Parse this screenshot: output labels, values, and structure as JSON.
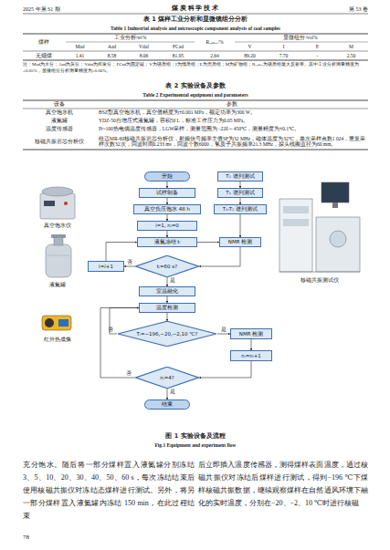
{
  "diagram": {
    "caption": "图 1 实验设备及流程",
    "nodes": [
      {
        "text": [
          "开始"
        ]
      },
      {
        "text": [
          "T₂ 谱列测试"
        ]
      },
      {
        "text": [
          "试样制备"
        ]
      },
      {
        "text": [
          "T₁ 谱列测试"
        ]
      },
      {
        "text": [
          "真空负压饱水 48 h"
        ]
      },
      {
        "text": [
          "T₁-T₂ 谱列测试"
        ]
      },
      {
        "text": [
          "i=1, nᵢ=0"
        ]
      },
      {
        "text": [
          "液氮冻结 tᵢ"
        ]
      },
      {
        "text": [
          "NMR 检测"
        ]
      },
      {
        "text": [
          "i=i+1"
        ]
      },
      {
        "text": [
          "tᵢ=60 s?"
        ]
      },
      {
        "text": [
          "室温融化"
        ]
      },
      {
        "text": [
          "温度检测"
        ]
      },
      {
        "text": [
          "Tᵢ=−196,−20,−2,10 ℃?"
        ]
      },
      {
        "text": [
          "NMR 检测"
        ]
      },
      {
        "text": [
          "nᵢ=nᵢ+1"
        ]
      },
      {
        "text": [
          "nᵢ=4?"
        ]
      },
      {
        "text": [
          "结束"
        ]
      }
    ],
    "edges": [
      {
        "from": 0,
        "to": 2,
        "arrow": "to"
      },
      {
        "from": 2,
        "to": 4,
        "arrow": "to"
      },
      {
        "from": 4,
        "to": 6,
        "arrow": "to"
      },
      {
        "from": 6,
        "to": 7,
        "arrow": "to"
      },
      {
        "from": 7,
        "to": 8,
        "arrow": "to"
      },
      {
        "from": 1,
        "to": 3,
        "arrow": "to"
      },
      {
        "from": 3,
        "to": 5,
        "arrow": "to"
      },
      {
        "from": 5,
        "to": 8,
        "arrow": "to"
      },
      {
        "from": 8,
        "to": 10,
        "arrow": "to"
      },
      {
        "from": 10,
        "to": 9,
        "label": "否",
        "arrow": "to"
      },
      {
        "from": 9,
        "to": 7,
        "arrow": "to"
      },
      {
        "from": 10,
        "to": 11,
        "label": "是",
        "arrow": "to"
      },
      {
        "from": 11,
        "to": 12,
        "arrow": "to"
      },
      {
        "from": 12,
        "to": 13,
        "arrow": "to"
      },
      {
        "from": 13,
        "to": 14,
        "label": "是",
        "arrow": "to"
      },
      {
        "from": 13,
        "to": 12,
        "label": "否",
        "arrow": "to"
      },
      {
        "from": 14,
        "to": 15,
        "arrow": "to"
      },
      {
        "from": 15,
        "to": 16,
        "arrow": "to"
      },
      {
        "from": 16,
        "to": 12,
        "label": "否",
        "arrow": "to"
      },
      {
        "from": 16,
        "to": 17,
        "label": "是",
        "arrow": "to"
      }
    ],
    "labels": [
      "2025 年第 S1 期",
      "煤 炭 科 学 技 术",
      "第 53 卷",
      "表 1 煤样工业分析和显微镜组分分析",
      "Table 1 Industrial analysis and microscopic component analysis of coal samples",
      "煤样",
      "工业分析/wt%",
      "Rₒ,ₘₐₓ/%",
      "显微组分/vol%",
      "Mad",
      "Aad",
      "Vdaf",
      "FCad",
      "V",
      "I",
      "E",
      "M",
      "无烟煤",
      "1.41",
      "8.58",
      "8.06",
      "81.95",
      "2.64",
      "89.20",
      "7.70",
      "-",
      "2.50",
      "注：Mad为水分；Aad为灰分；Vdaf为挥发分；FCad为固定碳；V为镜质组；I为惰质组；E为壳质组；M为矿物组；Rₒ,ₘₐₓ为镜质组最大反射率。其中工业分析测量精度为±0.05%，显微组分分析测量精度为±0.06%。",
      "表 2 实验设备及参数",
      "Table 2 Experimental equipment and parameters",
      "设备",
      "参数",
      "真空饱水机",
      "BSZ型真空饱水机，真空值精度为±0.001 MPa，额定功率为300 W。",
      "液氮罐",
      "YDZ-50自增压式液氮罐，容积50 L，标准工作压力为0.05 MPa。",
      "温度传感器",
      "Pt~100热电偶温度传感器，LGW采样，测量范围为−220～450℃，测量精度为±0.1℃。",
      "核磁共振岩芯分析仪",
      "纽迈MR-60核磁共振岩芯分析仪，射频信号频率主值SF为32 MHz，磁体温度为32℃，单次采样点数1 024，重复采样次数32次，回波时间0.233 ms，回波个数6000，氢质子共振频率21.3 MHz，探头线圈直径为60 mm。",
      "真空饱水仪",
      "液氮罐",
      "红外热成像",
      "核磁共振测试仪",
      "充分饱水。随后将一部分煤样置入液氮罐分别冻结 3、5、10、20、30、40、50、60 s，每次冻结结束后使用核磁共振仪对冻结态煤样进行测试。另外，将另一部分煤样置入液氮罐内冻结 150 min，在此过程结束",
      "后立即插入温度传感器，测得煤样表面温度，通过核磁共振仪对冻结后煤样进行测试，得到−196 ℃下煤样核磁共振数据，继续观察煤样在自然通风环境下融化的实时温度，分别在−20、−2、10 ℃时进行核磁",
      "78",
      "Fig.1 Equipment and experiment flow"
    ]
  }
}
